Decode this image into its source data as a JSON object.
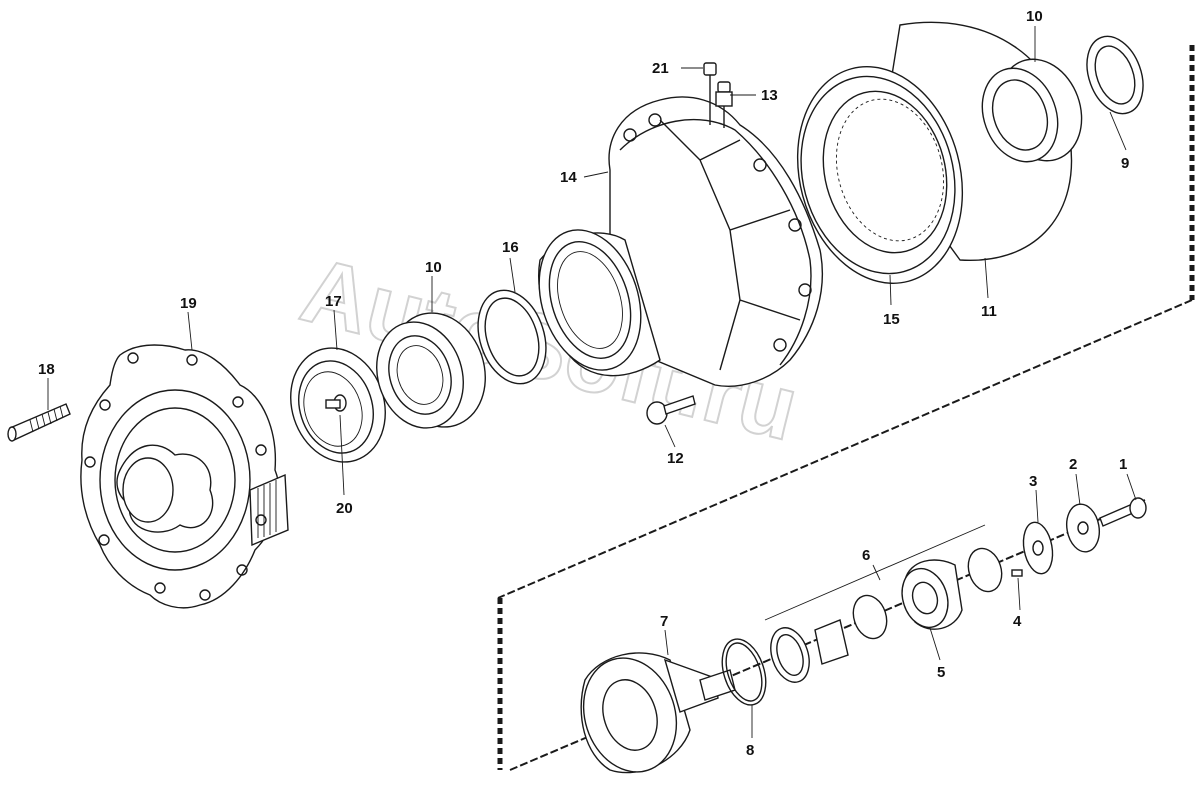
{
  "watermark": "AutoSoft.ru",
  "callouts": {
    "c1": "1",
    "c2": "2",
    "c3": "3",
    "c4": "4",
    "c5": "5",
    "c6": "6",
    "c7": "7",
    "c8": "8",
    "c9": "9",
    "c10a": "10",
    "c10b": "10",
    "c11": "11",
    "c12": "12",
    "c13": "13",
    "c14": "14",
    "c15": "15",
    "c16": "16",
    "c17": "17",
    "c18": "18",
    "c19": "19",
    "c20": "20",
    "c21": "21"
  }
}
